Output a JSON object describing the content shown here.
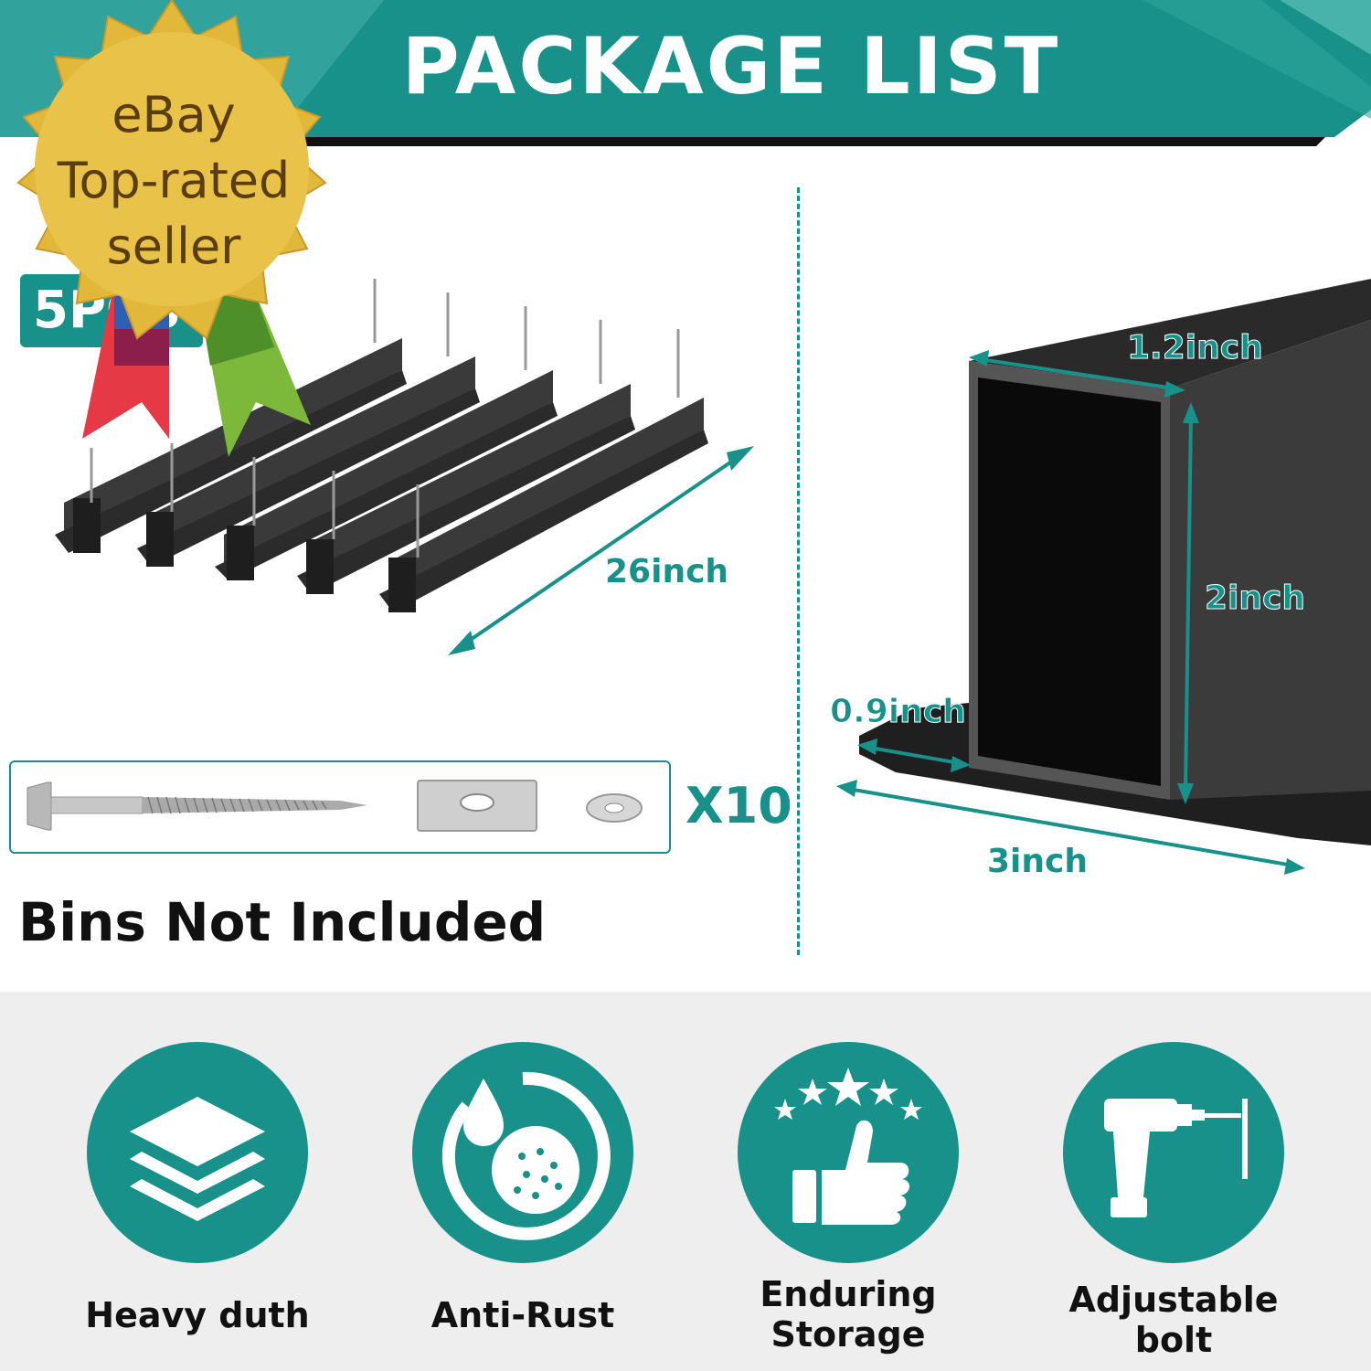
{
  "header": {
    "title": "PACKAGE LIST"
  },
  "product": {
    "quantity_badge": "5PCS",
    "length_label": "26inch",
    "kit_quantity": "X10",
    "note": "Bins Not Included"
  },
  "dimensions": {
    "width_top": "1.2inch",
    "height": "2inch",
    "flange": "0.9inch",
    "base_width": "3inch"
  },
  "features": [
    {
      "icon": "layers-icon",
      "label": "Heavy duth"
    },
    {
      "icon": "anti-rust-icon",
      "label": "Anti-Rust"
    },
    {
      "icon": "thumbs-up-stars-icon",
      "label": "Enduring Storage"
    },
    {
      "icon": "drill-icon",
      "label": "Adjustable bolt"
    }
  ],
  "seal": {
    "line1": "eBay",
    "line2": "Top-rated",
    "line3": "seller"
  },
  "colors": {
    "teal": "#17918a",
    "teal_light": "#47b3ab",
    "gray_bg": "#eeeeee",
    "gold": "#e2b83a"
  }
}
